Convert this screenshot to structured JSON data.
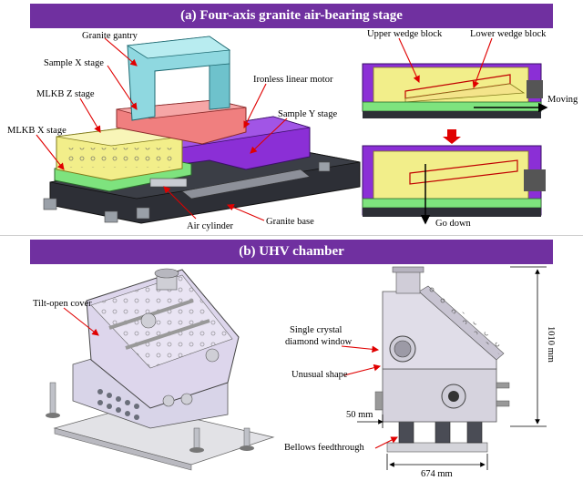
{
  "panel_a": {
    "title": "(a) Four-axis granite air-bearing stage",
    "labels": {
      "granite_gantry": "Granite gantry",
      "sample_x_stage": "Sample X stage",
      "mlkb_z_stage": "MLKB Z stage",
      "mlkb_x_stage": "MLKB X stage",
      "ironless_linear_motor": "Ironless linear motor",
      "sample_y_stage": "Sample Y stage",
      "air_cylinder": "Air cylinder",
      "granite_base": "Granite base",
      "upper_wedge_block": "Upper wedge block",
      "lower_wedge_block": "Lower wedge block",
      "moving": "Moving",
      "go_down": "Go down"
    }
  },
  "panel_b": {
    "title": "(b) UHV chamber",
    "labels": {
      "tilt_open_cover": "Tilt-open cover",
      "window_line1": "Single crystal",
      "window_line2": "diamond window",
      "unusual_shape": "Unusual shape",
      "dim_50": "50 mm",
      "bellows_feedthrough": "Bellows feedthrough",
      "dim_674": "674 mm",
      "dim_1010": "1010 mm"
    }
  },
  "colors": {
    "banner": "#7030a0",
    "gantry": "#8fd8e0",
    "sample_x": "#f07f7f",
    "z_stage": "#f2ee8a",
    "purple": "#8b2fd6",
    "green": "#7ee37e",
    "dark": "#2d2f36",
    "arrow": "#e00000"
  }
}
